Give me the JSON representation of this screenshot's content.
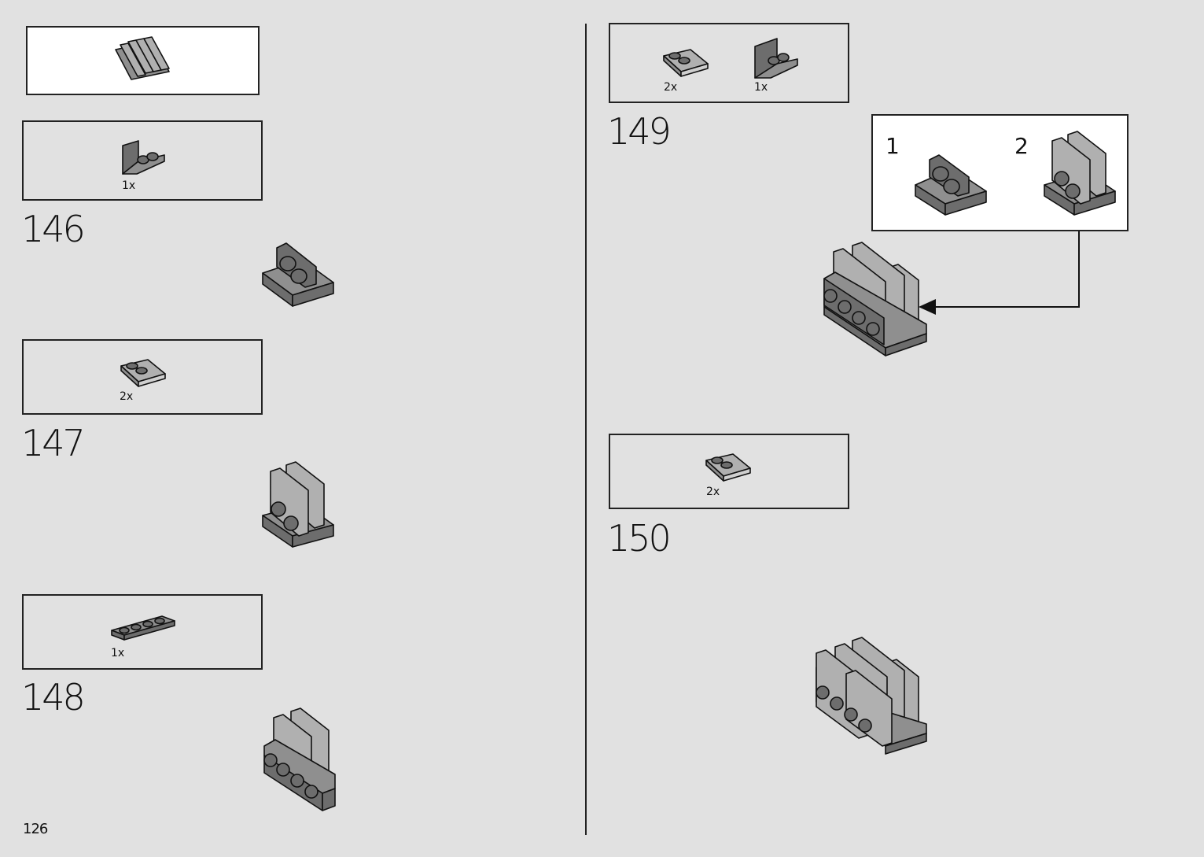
{
  "page": {
    "number": "126"
  },
  "steps": [
    {
      "number": "146",
      "parts": [
        {
          "qty": "1x",
          "icon": "bracket-1x2-dark-gray"
        }
      ]
    },
    {
      "number": "147",
      "parts": [
        {
          "qty": "2x",
          "icon": "plate-2x2-corner-light-gray"
        }
      ]
    },
    {
      "number": "148",
      "parts": [
        {
          "qty": "1x",
          "icon": "plate-1x4-dark-gray"
        }
      ]
    },
    {
      "number": "149",
      "parts": [
        {
          "qty": "2x",
          "icon": "plate-2x2-corner-light-gray"
        },
        {
          "qty": "1x",
          "icon": "bracket-1x2-dark-gray"
        }
      ],
      "substeps": [
        "1",
        "2"
      ]
    },
    {
      "number": "150",
      "parts": [
        {
          "qty": "2x",
          "icon": "plate-2x2-corner-light-gray"
        }
      ]
    }
  ],
  "colors": {
    "background": "#e1e1e1",
    "dark_gray": "#6d6d6d",
    "light_gray": "#b0b0b0",
    "callout": "#ffffff"
  }
}
